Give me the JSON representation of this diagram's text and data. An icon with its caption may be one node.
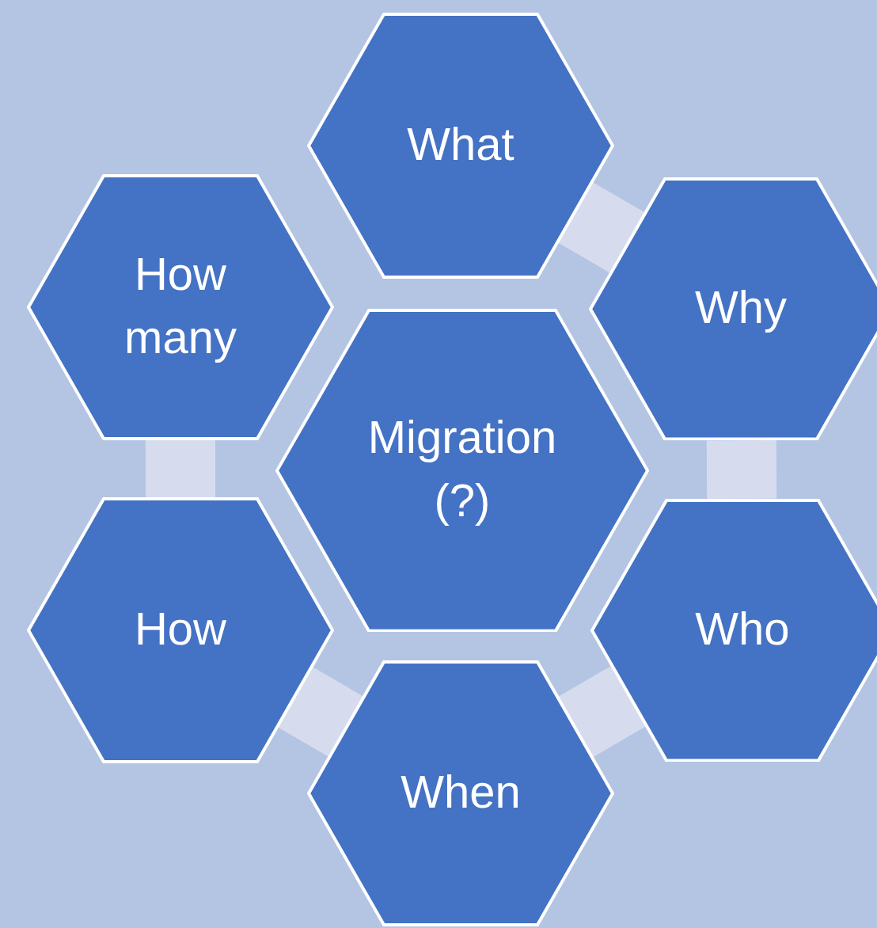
{
  "diagram": {
    "nodes": [
      {
        "text": [
          "What"
        ]
      },
      {
        "text": [
          "How many"
        ]
      },
      {
        "text": [
          "Why"
        ]
      },
      {
        "text": [
          "Migration (?)"
        ]
      },
      {
        "text": [
          "How"
        ]
      },
      {
        "text": [
          "Who"
        ]
      },
      {
        "text": [
          "When"
        ]
      }
    ],
    "edges": [
      {
        "from": 0,
        "to": 2,
        "arrow": "none"
      },
      {
        "from": 2,
        "to": 5,
        "arrow": "none"
      },
      {
        "from": 5,
        "to": 6,
        "arrow": "none"
      },
      {
        "from": 6,
        "to": 4,
        "arrow": "none"
      },
      {
        "from": 4,
        "to": 1,
        "arrow": "none"
      }
    ]
  }
}
